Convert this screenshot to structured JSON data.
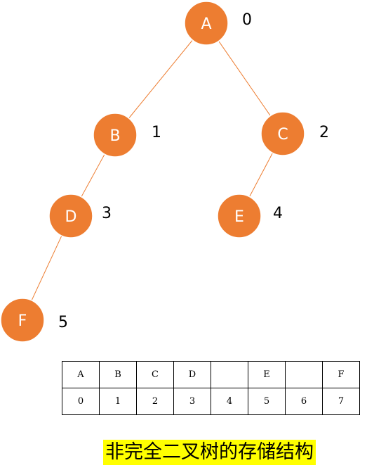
{
  "colors": {
    "node_fill": "#ED7D31",
    "edge": "#ED7D31",
    "caption_highlight": "#FFFF00"
  },
  "tree": {
    "nodes": [
      {
        "id": "A",
        "label": "A",
        "index": "0"
      },
      {
        "id": "B",
        "label": "B",
        "index": "1"
      },
      {
        "id": "C",
        "label": "C",
        "index": "2"
      },
      {
        "id": "D",
        "label": "D",
        "index": "3"
      },
      {
        "id": "E",
        "label": "E",
        "index": "4"
      },
      {
        "id": "F",
        "label": "F",
        "index": "5"
      }
    ],
    "edges": [
      [
        "A",
        "B"
      ],
      [
        "A",
        "C"
      ],
      [
        "B",
        "D"
      ],
      [
        "C",
        "E"
      ],
      [
        "D",
        "F"
      ]
    ]
  },
  "storage": {
    "values": [
      "A",
      "B",
      "C",
      "D",
      "",
      "E",
      "",
      "F"
    ],
    "indices": [
      "0",
      "1",
      "2",
      "3",
      "4",
      "5",
      "6",
      "7"
    ]
  },
  "caption": "非完全二叉树的存储结构"
}
